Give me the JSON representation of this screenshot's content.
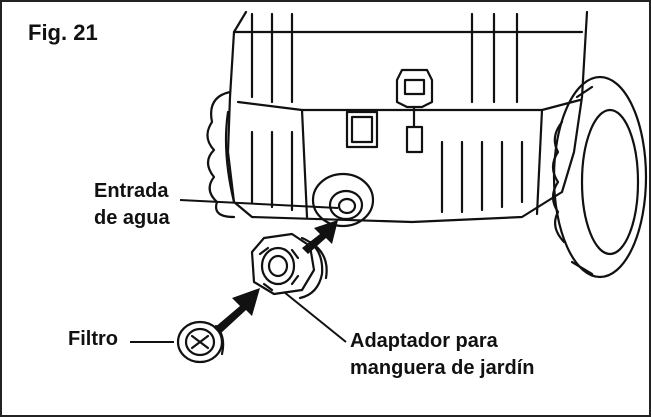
{
  "figure": {
    "label": "Fig. 21",
    "callouts": {
      "water_inlet": [
        "Entrada",
        "de agua"
      ],
      "filter": "Filtro",
      "adapter": [
        "Adaptador para",
        "manguera de jardín"
      ]
    }
  },
  "colors": {
    "line": "#111111",
    "frame": "#222222",
    "background": "#ffffff"
  }
}
